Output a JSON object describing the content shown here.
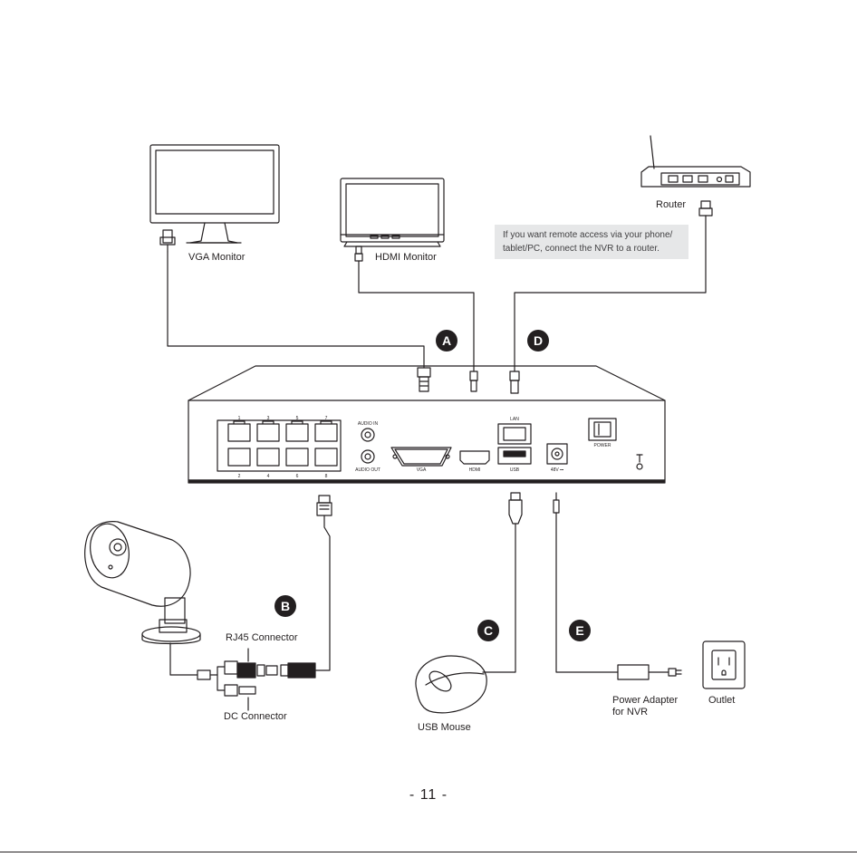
{
  "labels": {
    "vga_monitor": "VGA Monitor",
    "hdmi_monitor": "HDMI Monitor",
    "router": "Router",
    "rj45_connector": "RJ45 Connector",
    "dc_connector": "DC Connector",
    "usb_mouse": "USB Mouse",
    "power_adapter_line1": "Power Adapter",
    "power_adapter_line2": "for NVR",
    "outlet": "Outlet"
  },
  "note": {
    "line1": "If you want remote access via your phone/",
    "line2": "tablet/PC, connect the NVR to a router."
  },
  "badges": {
    "a": "A",
    "b": "B",
    "c": "C",
    "d": "D",
    "e": "E"
  },
  "nvr_panel": {
    "port_numbers_top": [
      "1",
      "3",
      "5",
      "7"
    ],
    "port_numbers_bottom": [
      "2",
      "4",
      "6",
      "8"
    ],
    "audio_in": "AUDIO IN",
    "audio_out": "AUDIO OUT",
    "vga": "VGA",
    "hdmi": "HDMI",
    "lan": "LAN",
    "usb": "USB",
    "dc_48v": "48V ⎓",
    "power": "POWER"
  },
  "page_number": "- 11 -",
  "colors": {
    "line": "#231f20",
    "badge": "#231f20",
    "note_bg": "#e6e7e8"
  }
}
